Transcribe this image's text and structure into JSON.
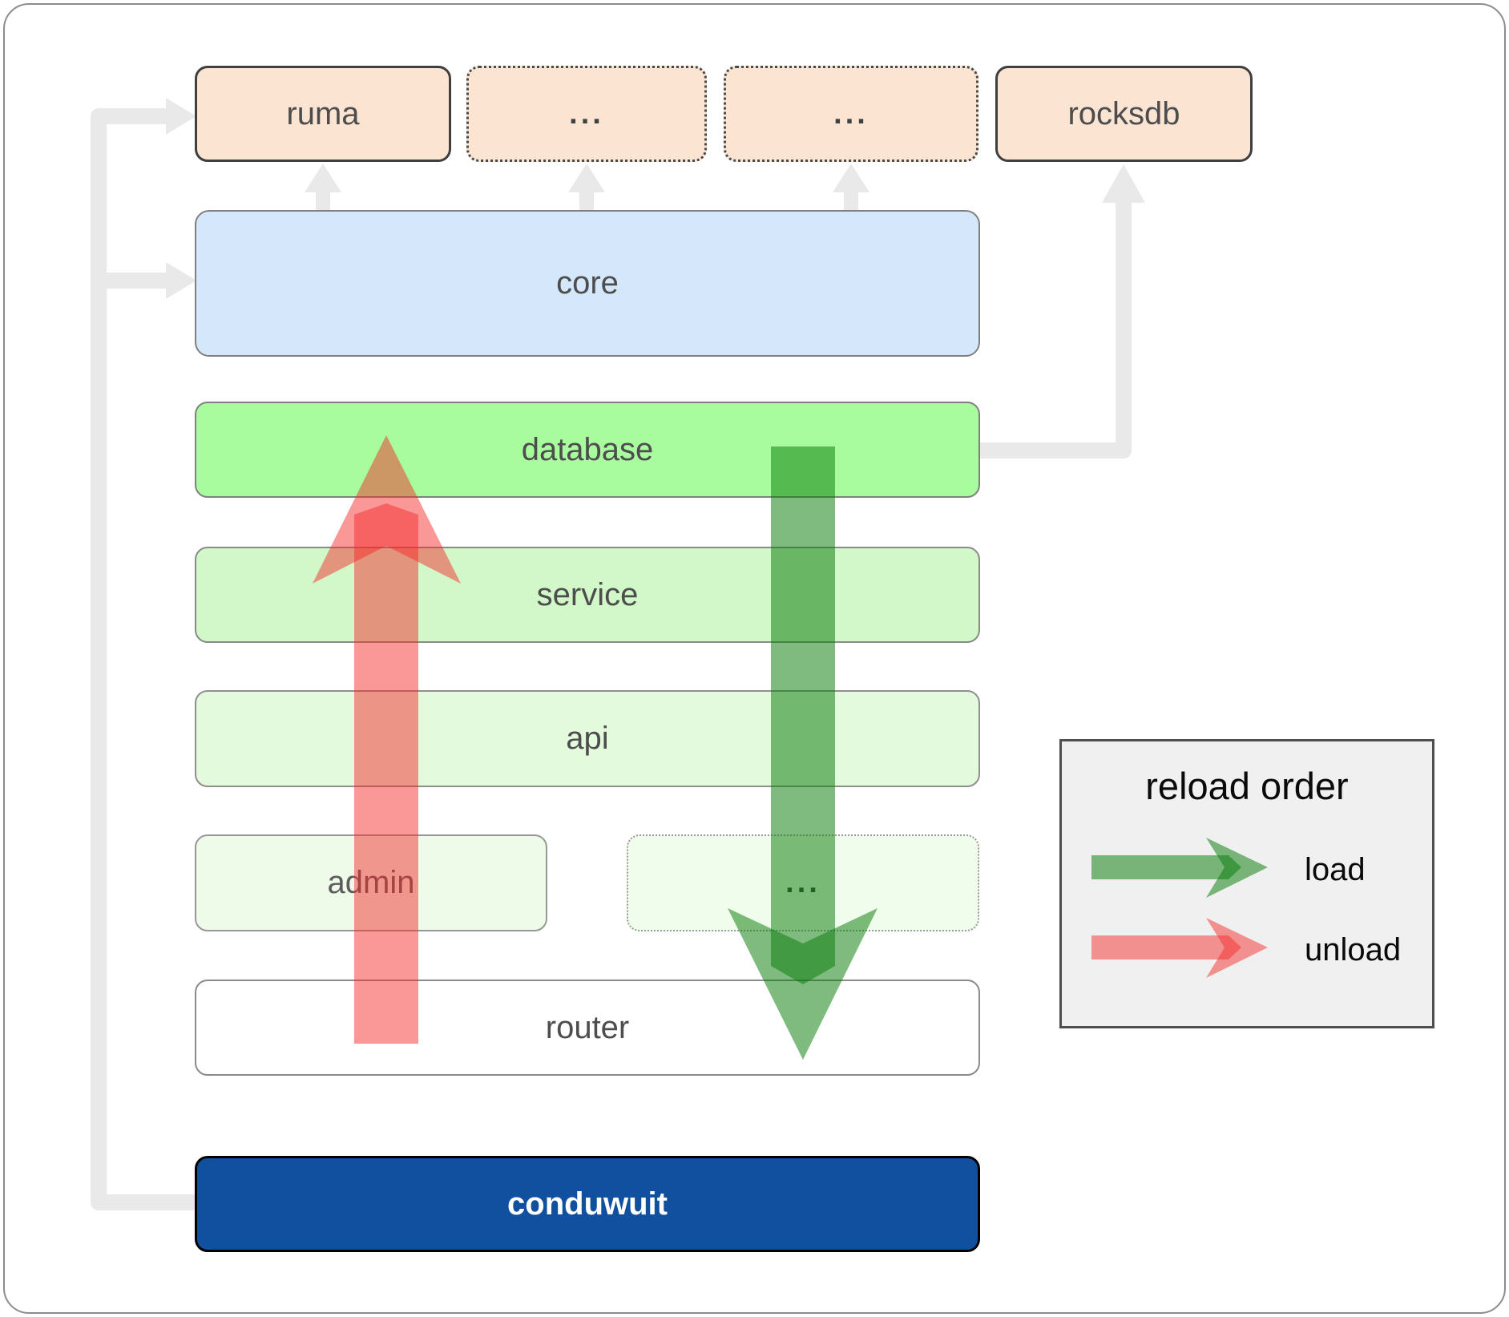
{
  "boxes": {
    "ruma": "ruma",
    "deps_more_1": "...",
    "deps_more_2": "...",
    "rocksdb": "rocksdb",
    "core": "core",
    "database": "database",
    "service": "service",
    "api": "api",
    "admin": "admin",
    "admin_more": "...",
    "router": "router",
    "conduwuit": "conduwuit"
  },
  "legend": {
    "title": "reload order",
    "load_label": "load",
    "unload_label": "unload"
  },
  "colors": {
    "load_arrow_green": "#0a7d0a",
    "unload_arrow_red": "#f42828",
    "connector_gray": "#e9e9e9",
    "ruma_rocksdb_fill": "#fce4d3",
    "core_fill": "#d5e7fa",
    "database_fill": "#a8fc9e",
    "service_fill": "#d2f7c9",
    "api_fill": "#e4fadd",
    "admin_fill": "#eefbe9",
    "router_fill": "#ffffff",
    "conduwuit_fill": "#11509e",
    "legend_fill": "#f0f0f0"
  }
}
